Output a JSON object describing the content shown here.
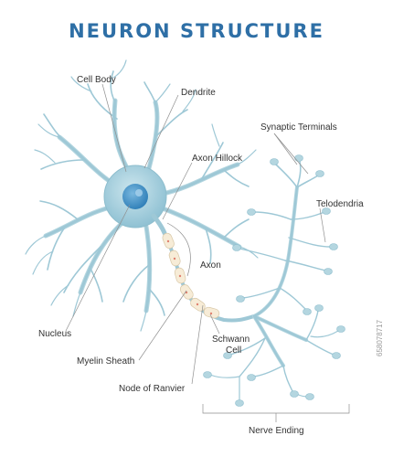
{
  "title": "NEURON STRUCTURE",
  "labels": {
    "cell_body": "Cell Body",
    "dendrite": "Dendrite",
    "axon_hillock": "Axon Hillock",
    "synaptic_terminals": "Synaptic Terminals",
    "telodendria": "Telodendria",
    "axon": "Axon",
    "nucleus": "Nucleus",
    "myelin_sheath": "Myelin Sheath",
    "schwann_cell_line1": "Schwann",
    "schwann_cell_line2": "Cell",
    "node_of_ranvier": "Node of Ranvier",
    "nerve_ending": "Nerve Ending"
  },
  "side_mark": "658078717",
  "colors": {
    "title": "#2e6fa6",
    "dendrite": "#9ec8d6",
    "cell_body": "#a6d0df",
    "nucleus": "#3f8fc2",
    "myelin": "#f7ecd7"
  }
}
